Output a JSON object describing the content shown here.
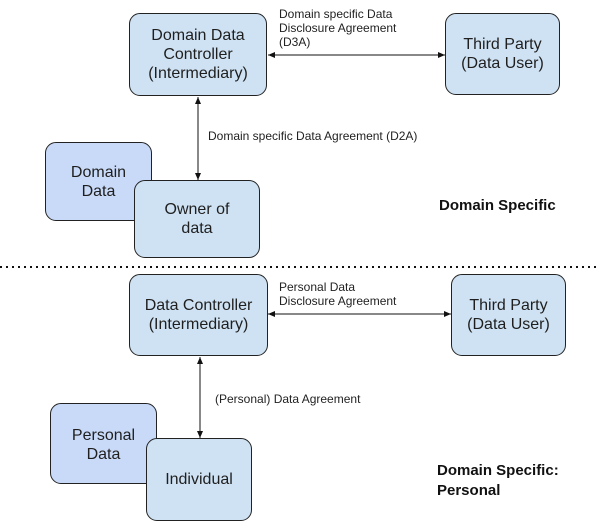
{
  "domain_section": {
    "controller": "Domain Data\nController\n(Intermediary)",
    "third_party": "Third Party\n(Data User)",
    "domain_data": "Domain\nData",
    "owner": "Owner of\ndata",
    "d3a_label": "Domain specific Data\nDisclosure Agreement\n(D3A)",
    "d2a_label": "Domain specific Data Agreement (D2A)",
    "heading": "Domain Specific"
  },
  "personal_section": {
    "controller": "Data Controller\n(Intermediary)",
    "third_party": "Third Party\n(Data User)",
    "personal_data": "Personal\nData",
    "individual": "Individual",
    "disclosure_label": "Personal Data\nDisclosure Agreement",
    "agreement_label": "(Personal) Data Agreement",
    "heading": "Domain Specific:\nPersonal"
  }
}
